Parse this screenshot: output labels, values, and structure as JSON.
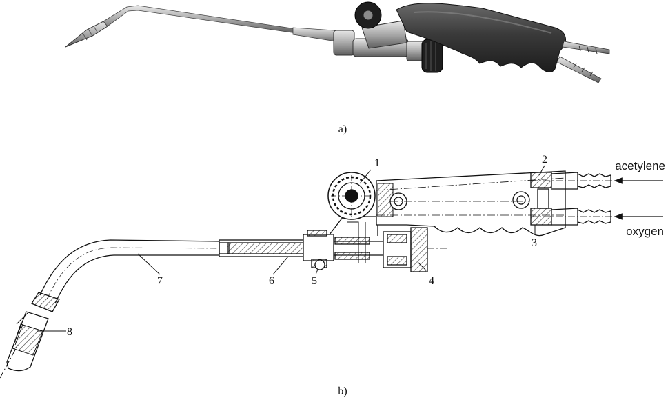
{
  "figure": {
    "panel_a_caption": "a)",
    "panel_b_caption": "b)"
  },
  "inlets": {
    "acetylene": "acetylene",
    "oxygen": "oxygen"
  },
  "parts": [
    {
      "label": "1"
    },
    {
      "label": "2"
    },
    {
      "label": "3"
    },
    {
      "label": "4"
    },
    {
      "label": "5"
    },
    {
      "label": "6"
    },
    {
      "label": "7"
    },
    {
      "label": "8"
    }
  ],
  "colors": {
    "ink": "#111111",
    "steel": "#b9b9b9",
    "steel_dark": "#6e6e6e",
    "grip": "#3b3b3b",
    "knob": "#1e1e1e",
    "hatch": "#555555"
  }
}
